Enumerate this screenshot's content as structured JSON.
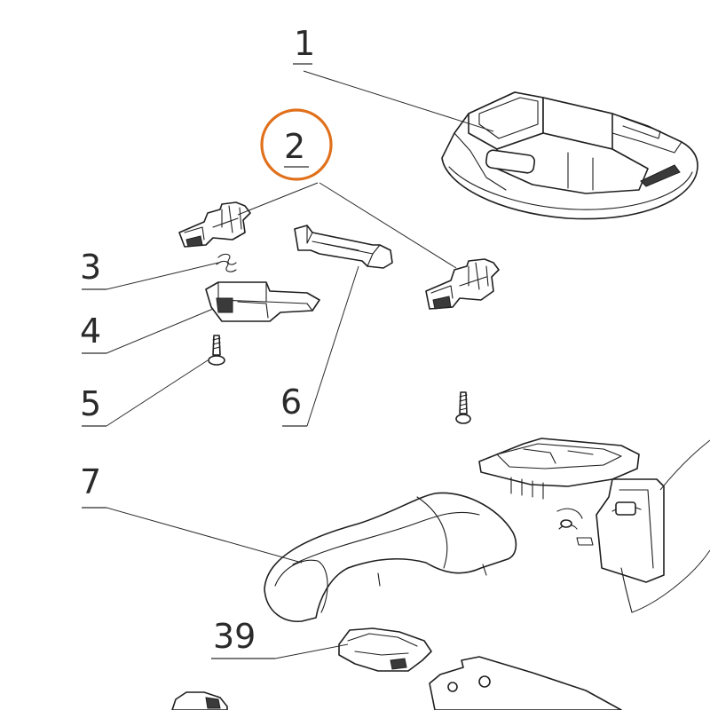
{
  "labels": [
    {
      "key": "p1",
      "text": "1"
    },
    {
      "key": "p2",
      "text": "2"
    },
    {
      "key": "p3",
      "text": "3"
    },
    {
      "key": "p4",
      "text": "4"
    },
    {
      "key": "p5",
      "text": "5"
    },
    {
      "key": "p6",
      "text": "6"
    },
    {
      "key": "p7",
      "text": "7"
    },
    {
      "key": "p39",
      "text": "39"
    }
  ],
  "highlight": {
    "part": "2",
    "color": "#e0701b"
  },
  "colors": {
    "line": "#1f1f1f",
    "background": "#ffffff",
    "highlight": "#e0701b"
  }
}
